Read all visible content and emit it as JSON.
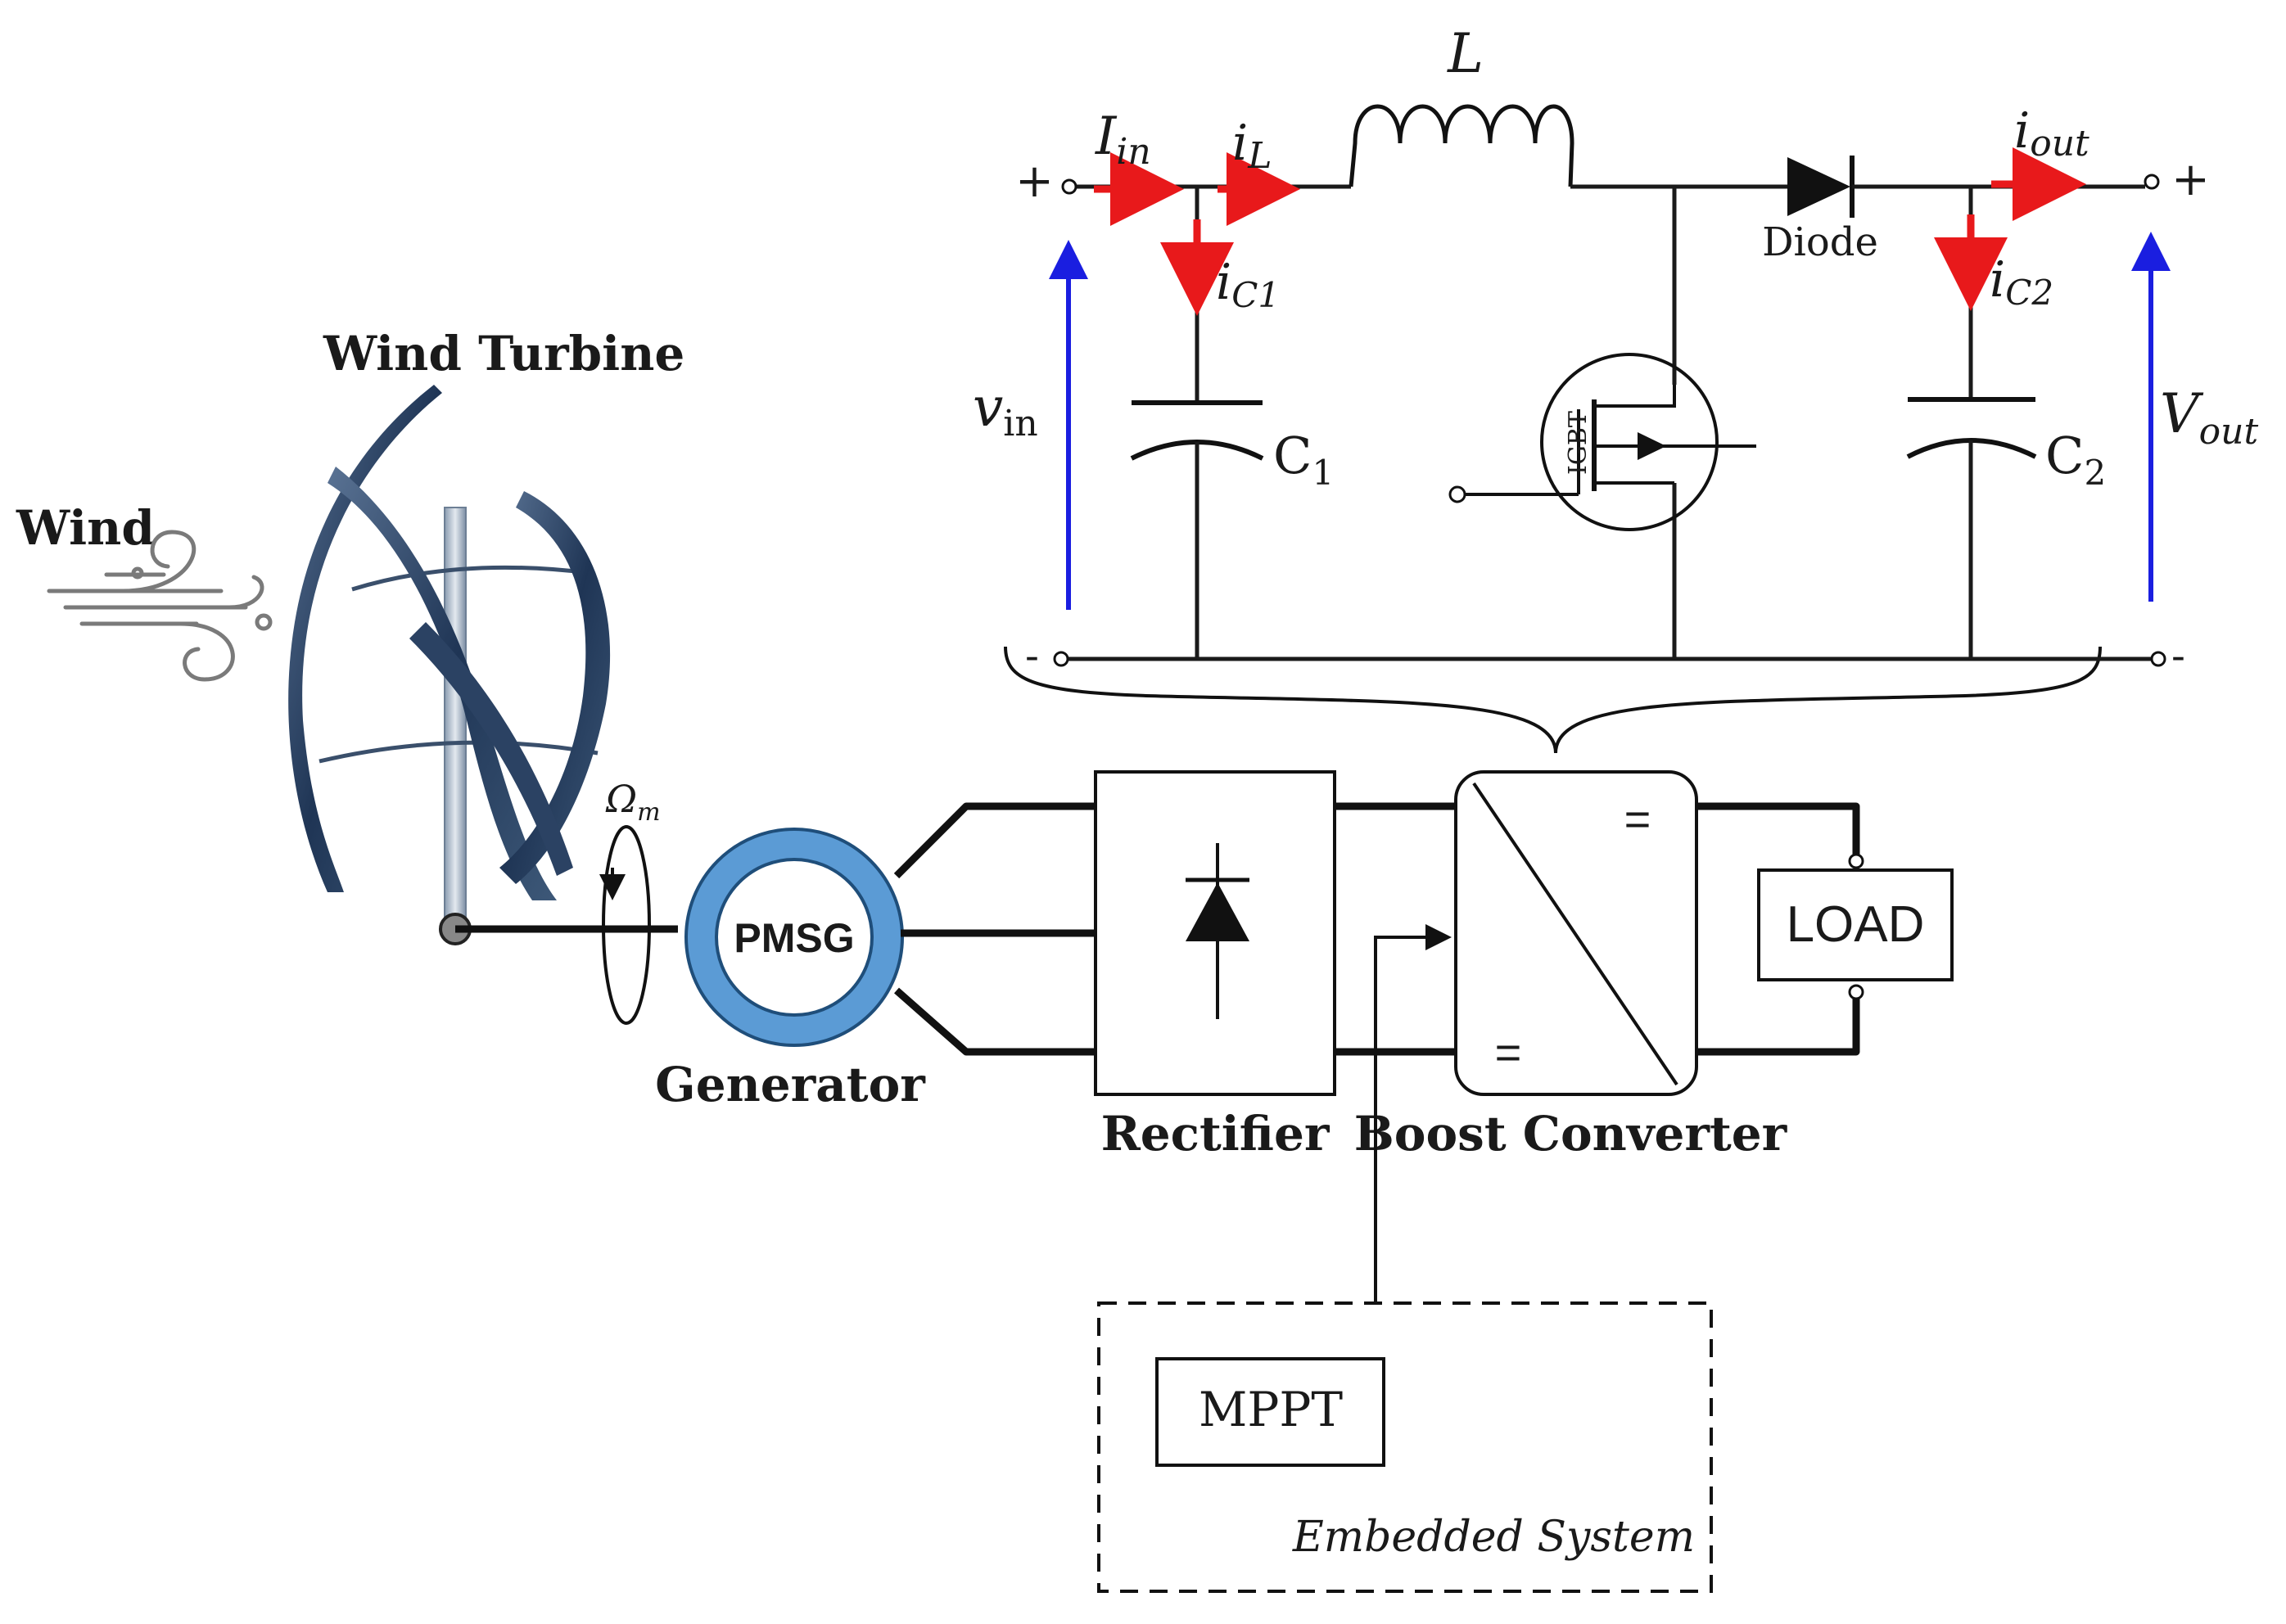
{
  "labels": {
    "wind": "Wind",
    "wind_turbine": "Wind Turbine",
    "omega": "Ω",
    "omega_sub": "m",
    "pmsg": "PMSG",
    "generator": "Generator",
    "rectifier": "Rectifier",
    "boost_converter": "Boost Converter",
    "load": "LOAD",
    "mppt": "MPPT",
    "embedded_system": "Embedded System",
    "eq_top": "=",
    "eq_bottom": "="
  },
  "circuit": {
    "inductor": "L",
    "diode": "Diode",
    "igbt": "IGBT",
    "i_in": "I",
    "i_in_sub": "in",
    "i_l": "i",
    "i_l_sub": "L",
    "i_c1": "i",
    "i_c1_sub": "C1",
    "i_out": "i",
    "i_out_sub": "out",
    "i_c2": "i",
    "i_c2_sub": "C2",
    "v_in": "v",
    "v_in_sub": "in",
    "v_out": "V",
    "v_out_sub": "out",
    "c1": "C",
    "c1_sub": "1",
    "c2": "C",
    "c2_sub": "2",
    "plus_left": "+",
    "plus_right": "+",
    "minus_left": "-",
    "minus_right": "-"
  },
  "colors": {
    "current_arrow": "#e8191b",
    "voltage_arrow": "#1a1ee0",
    "generator_ring": "#5b9bd5",
    "turbine_blade": "#2e4a6e"
  }
}
